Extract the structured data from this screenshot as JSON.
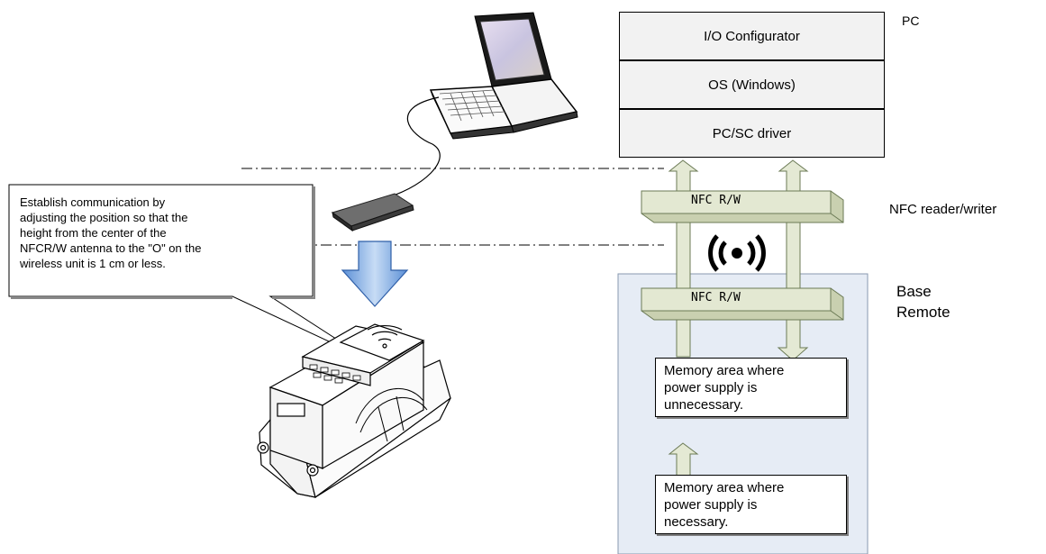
{
  "software_stack": {
    "layers": [
      "I/O Configurator",
      "OS (Windows)",
      "PC/SC driver"
    ],
    "group_label": "PC"
  },
  "nfc_reader_writer": {
    "bar_label": "NFC  R/W",
    "side_label": "NFC reader/writer"
  },
  "base_remote": {
    "label_lines": [
      "Base",
      "Remote"
    ],
    "bar_label": "NFC  R/W",
    "memory_unpowered": [
      "Memory area where",
      "power supply is",
      "unnecessary."
    ],
    "memory_powered": [
      "Memory area where",
      "power supply is",
      "necessary."
    ]
  },
  "callout": {
    "lines": [
      "Establish communication by",
      "adjusting the position so that the",
      "height from the center of the",
      "NFCR/W antenna to the \"O\" on the",
      "wireless unit is 1 cm or less."
    ]
  },
  "colors": {
    "layer_fill": "#f2f2f2",
    "bar_fill": "#e3e8d2",
    "bar_side": "#c9d0b0",
    "arrow_fill": "#e4e9d4",
    "base_panel": "#e6ecf5",
    "down_arrow": "#8eb4e3",
    "callout_fill": "#ffffff"
  },
  "icons": [
    "laptop-icon",
    "nfc-reader-device-icon",
    "wireless-signal-icon",
    "wireless-unit-icon",
    "down-arrow-icon"
  ]
}
